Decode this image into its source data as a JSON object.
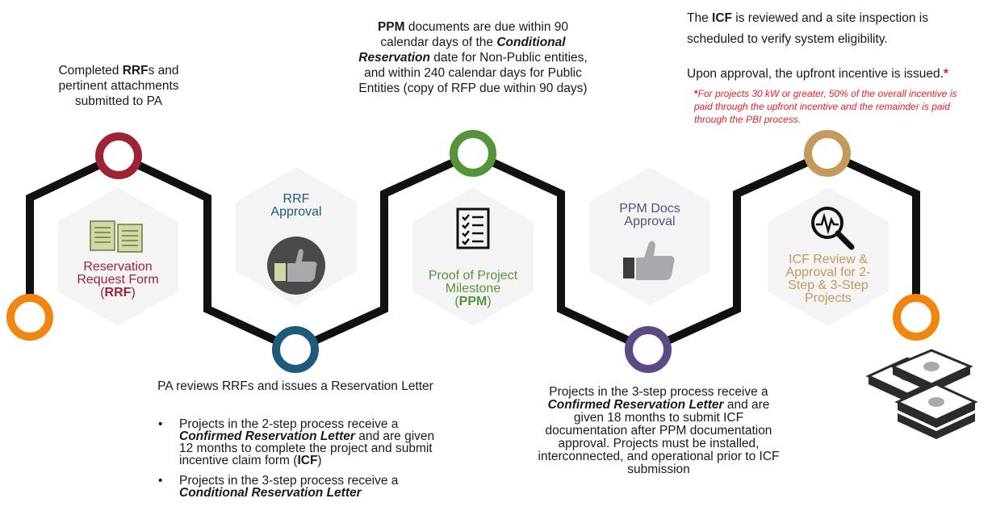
{
  "colors": {
    "path": "#111111",
    "node_start": "#f0860f",
    "node_1": "#9e2434",
    "node_2": "#1e5a7a",
    "node_3": "#56943a",
    "node_4": "#5b4a84",
    "node_5": "#c39a5b",
    "node_end": "#f0860f",
    "rrf_text": "#9e2434",
    "rrf_approval_text": "#1e5a7a",
    "ppm_text": "#56943a",
    "ppm_docs_text": "#5b4a84",
    "icf_text": "#c39a5b",
    "note_red": "#e8202a"
  },
  "steps": {
    "step1": {
      "caption_pre": "Completed ",
      "caption_bold": "RRF",
      "caption_post": "s and pertinent attachments submitted to PA",
      "hex_line1": "Reservation",
      "hex_line2": "Request Form",
      "hex_paren_open": "(",
      "hex_abbr": "RRF",
      "hex_paren_close": ")",
      "icon": "documents-icon"
    },
    "step2": {
      "hex_line1": "RRF",
      "hex_line2": "Approval",
      "icon": "thumbs-up-icon",
      "caption": "PA reviews RRFs and issues a Reservation Letter",
      "bullets": {
        "b1_pre": "Projects in the 2-step process receive a ",
        "b1_bi": "Confirmed Reservation Letter",
        "b1_mid": " and are given 12 months to complete the project and submit incentive claim form (",
        "b1_bold": "ICF",
        "b1_post": ")",
        "b2_pre": "Projects in the 3-step process receive a ",
        "b2_bi": "Conditional Reservation Letter"
      }
    },
    "step3": {
      "caption_bold1": "PPM",
      "caption_t1": " documents are due within 90 calendar days of the ",
      "caption_bi": "Conditional Reservation",
      "caption_t2": " date for Non-Public entities, and within 240 calendar days for Public Entities (copy of RFP due within 90 days)",
      "hex_line1": "Proof of Project",
      "hex_line2": "Milestone",
      "hex_paren_open": "(",
      "hex_abbr": "PPM",
      "hex_paren_close": ")",
      "icon": "checklist-icon"
    },
    "step4": {
      "hex_line1": "PPM Docs",
      "hex_line2": "Approval",
      "icon": "thumbs-up-icon",
      "caption_t1": "Projects in the 3-step process receive a ",
      "caption_bi": "Confirmed Reservation Letter",
      "caption_t2": " and are given 18 months to submit ICF documentation after PPM documentation approval. Projects must be installed, interconnected, and operational prior to ICF submission"
    },
    "step5": {
      "hex_line1": "ICF Review &",
      "hex_line2": "Approval for 2-",
      "hex_line3": "Step & 3-Step",
      "hex_line4": "Projects",
      "icon": "magnifier-chart-icon",
      "caption_t1": "The ",
      "caption_bold": "ICF",
      "caption_t2": " is reviewed and a site inspection is scheduled to verify system eligibility.",
      "caption_t3": "Upon approval, the upfront incentive is issued.",
      "asterisk": "*",
      "note": "For projects 30 kW or greater, 50% of the overall incentive is paid through the upfront incentive and the remainder is paid through the PBI process."
    },
    "end": {
      "icon": "money-stack-icon"
    }
  }
}
